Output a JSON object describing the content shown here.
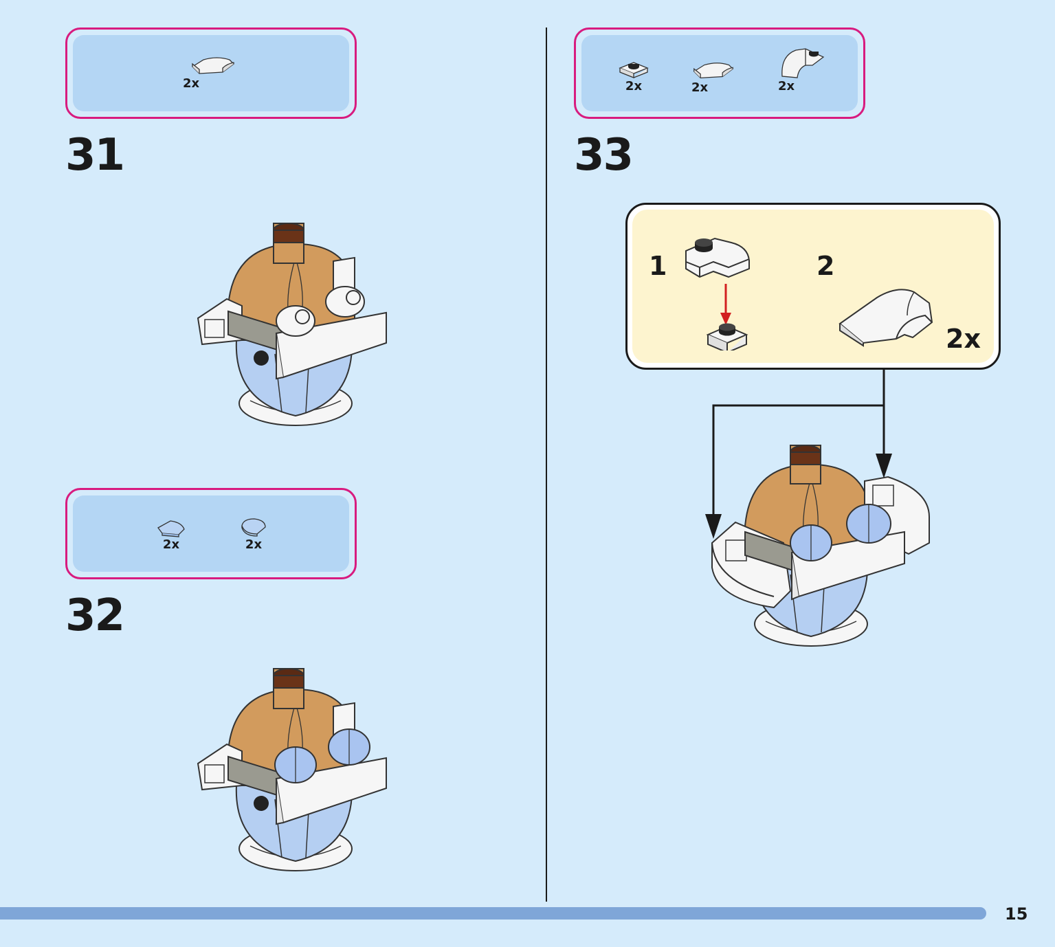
{
  "steps": [
    {
      "number": "31",
      "parts": [
        {
          "icon": "curved-slope-tile-icon",
          "qty": "2x"
        }
      ]
    },
    {
      "number": "32",
      "parts": [
        {
          "icon": "round-corner-tile-icon",
          "qty": "2x"
        },
        {
          "icon": "round-tile-icon",
          "qty": "2x"
        }
      ]
    },
    {
      "number": "33",
      "parts": [
        {
          "icon": "plate-1x1-stud-icon",
          "qty": "2x"
        },
        {
          "icon": "curved-slope-tile-icon",
          "qty": "2x"
        },
        {
          "icon": "curved-slope-with-stud-icon",
          "qty": "2x"
        }
      ]
    }
  ],
  "callout": {
    "substeps": [
      {
        "number": "1"
      },
      {
        "number": "2"
      }
    ],
    "qty": "2x"
  },
  "colors": {
    "background": "#d5ebfb",
    "parts_box_border": "#d81b7f",
    "parts_box_fill": "#b4d6f4",
    "callout_fill": "#fdf4cf",
    "progress_bar": "#7fa6d8",
    "arrow_red": "#d22020"
  },
  "progress": {
    "fraction": 0.935
  },
  "page": {
    "number": "15"
  }
}
